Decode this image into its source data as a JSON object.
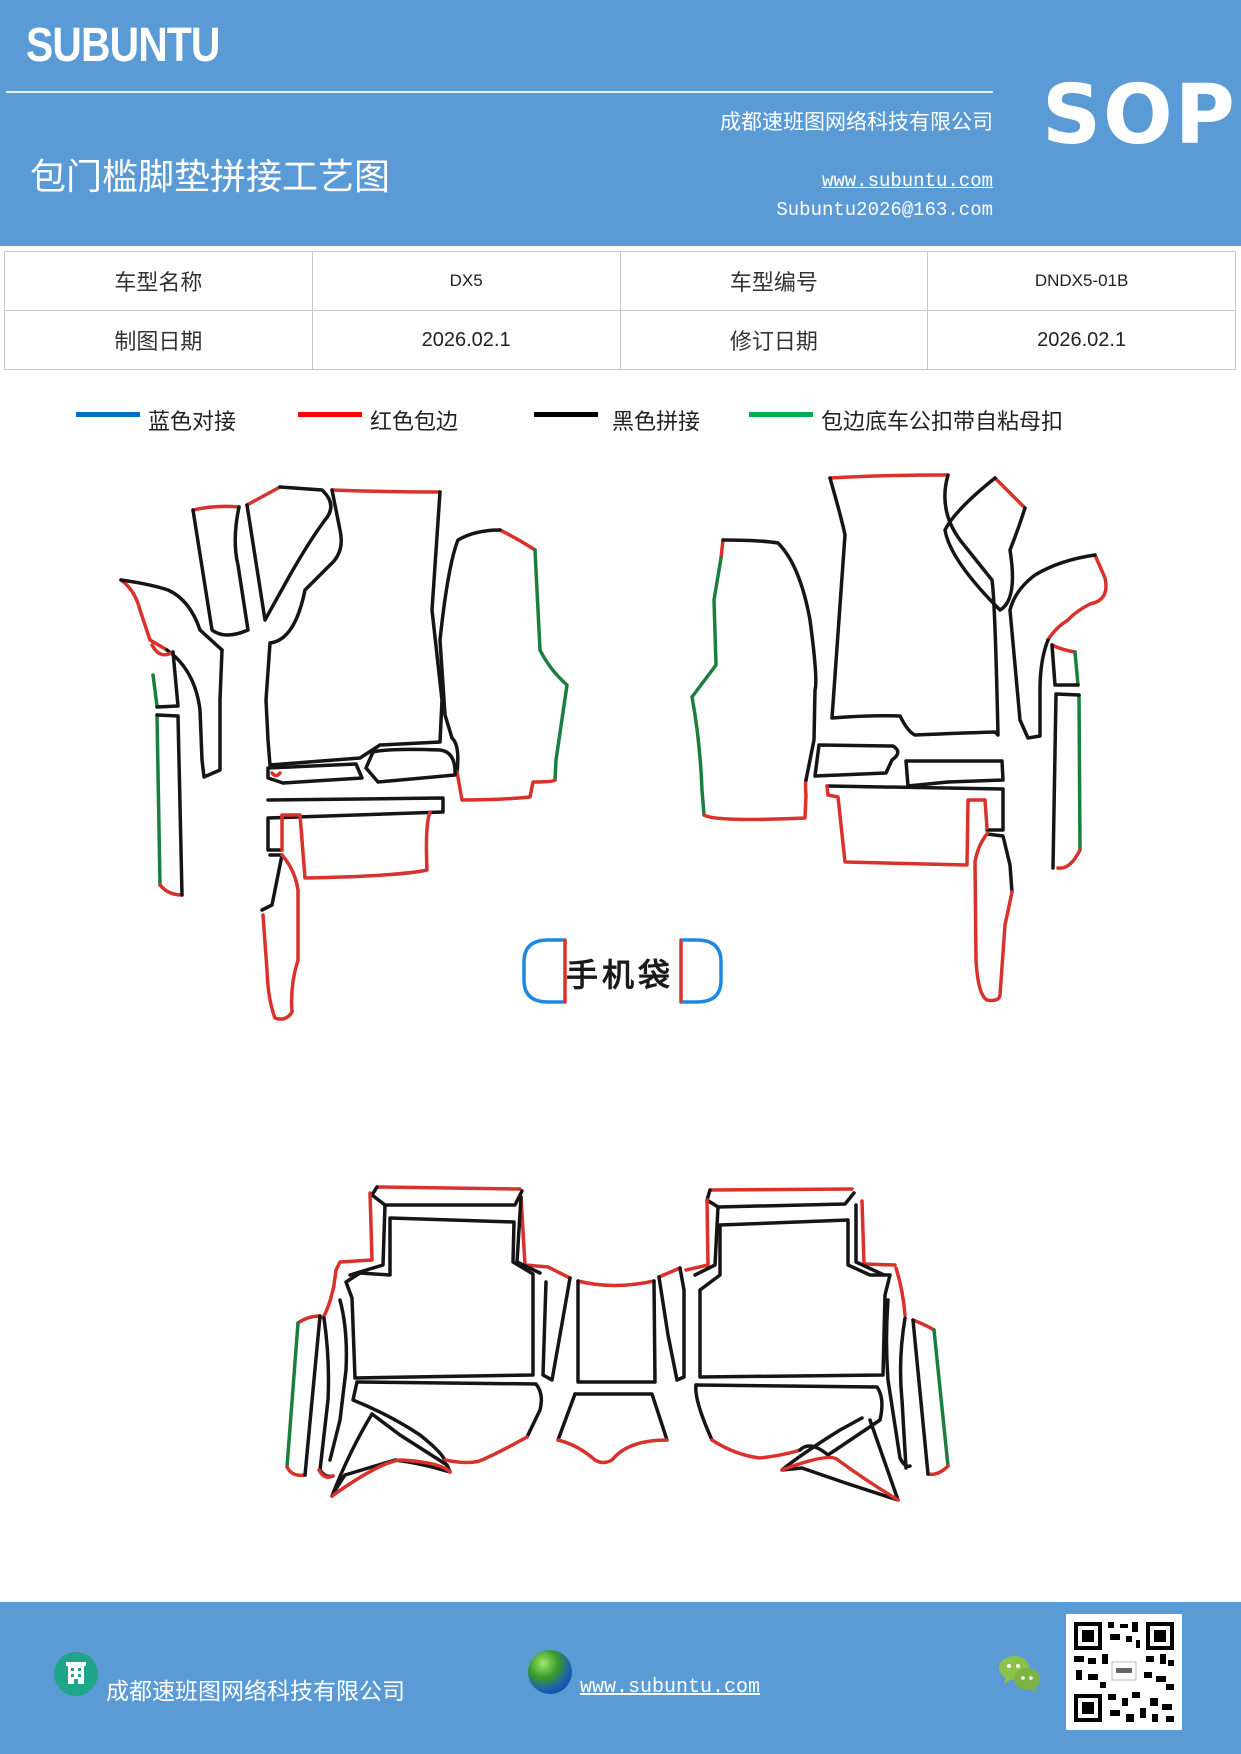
{
  "header": {
    "brand": "SUBUNTU",
    "title": "包门槛脚垫拼接工艺图",
    "company": "成都速班图网络科技有限公司",
    "website": "www.subuntu.com",
    "email": "Subuntu2026@163.com",
    "badge": "SOP",
    "background_color": "#5b9bd5"
  },
  "info_table": {
    "rows": [
      {
        "label1": "车型名称",
        "value1": "DX5",
        "label2": "车型编号",
        "value2": "DNDX5-01B"
      },
      {
        "label1": "制图日期",
        "value1": "2026.02.1",
        "label2": "修订日期",
        "value2": "2026.02.1"
      }
    ]
  },
  "legend": [
    {
      "color": "#0070c0",
      "label": "蓝色对接"
    },
    {
      "color": "#ff0000",
      "label": "红色包边"
    },
    {
      "color": "#000000",
      "label": "黑色拼接"
    },
    {
      "color": "#00b050",
      "label": "包边底车公扣带自粘母扣"
    }
  ],
  "diagram": {
    "phone_pocket_label": "手机袋"
  },
  "footer": {
    "company": "成都速班图网络科技有限公司",
    "website": "www.subuntu.com",
    "icons": [
      "building-icon",
      "globe-icon",
      "wechat-icon",
      "qr-code"
    ]
  }
}
